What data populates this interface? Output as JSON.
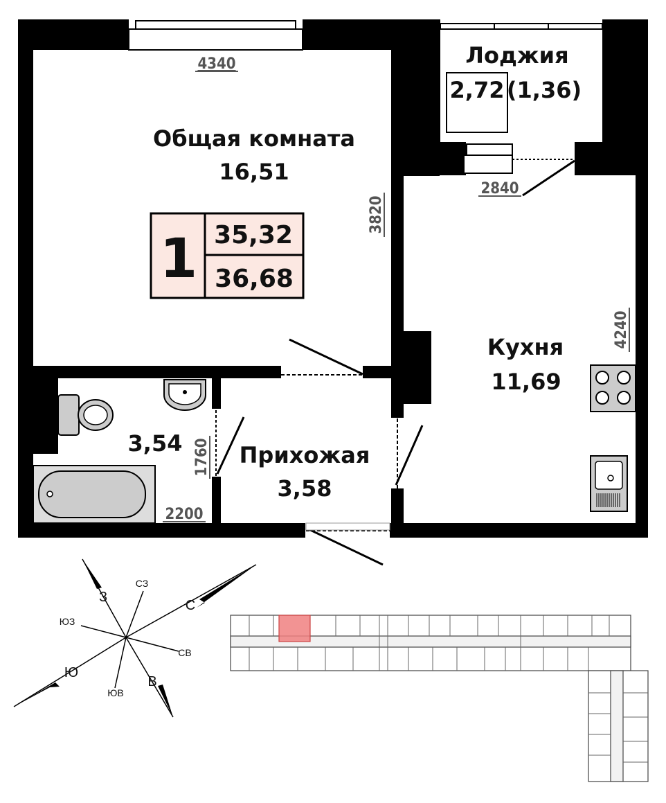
{
  "rooms": {
    "living": {
      "name": "Общая комната",
      "area": "16,51"
    },
    "loggia": {
      "name": "Лоджия",
      "area": "2,72",
      "area_reduced": "(1,36)"
    },
    "kitchen": {
      "name": "Кухня",
      "area": "11,69"
    },
    "hall": {
      "name": "Прихожая",
      "area": "3,58"
    },
    "bath": {
      "area": "3,54"
    }
  },
  "summary": {
    "rooms_count": "1",
    "living_area": "35,32",
    "total_area": "36,68"
  },
  "dimensions": {
    "top": "4340",
    "living_height": "3820",
    "loggia": "2840",
    "kitchen_height": "4240",
    "bath_height": "1760",
    "bath_width": "2200"
  },
  "compass": {
    "north": "С",
    "south": "Ю",
    "west": "З",
    "east": "В",
    "northwest": "СЗ",
    "northeast": "СВ",
    "southwest": "ЮЗ",
    "southeast": "ЮВ"
  },
  "colors": {
    "summary_fill": "#fce8e2",
    "highlight": "#f08080",
    "walls": "#000000"
  }
}
